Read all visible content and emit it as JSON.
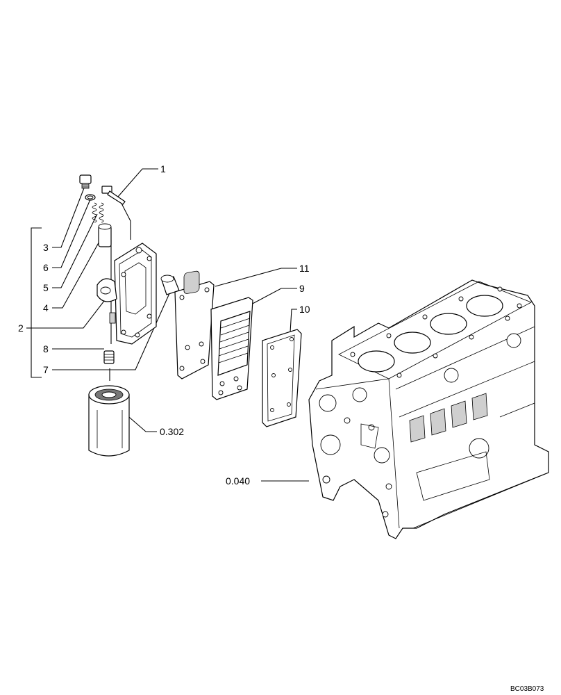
{
  "callouts": {
    "c1": "1",
    "c2": "2",
    "c3": "3",
    "c4": "4",
    "c5": "5",
    "c6": "6",
    "c7": "7",
    "c8": "8",
    "c9": "9",
    "c10": "10",
    "c11": "11",
    "filter_ref": "0.302",
    "block_ref": "0.040"
  },
  "drawing_code": "BC03B073"
}
